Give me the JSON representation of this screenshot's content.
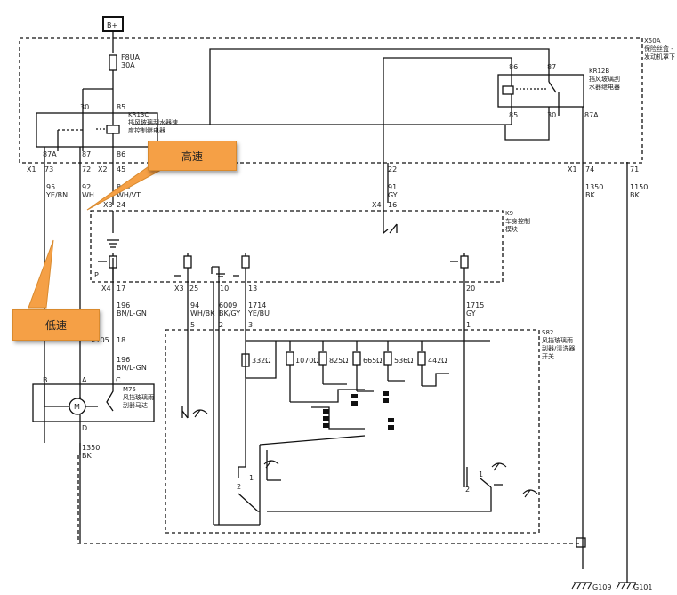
{
  "colors": {
    "line": "#111111",
    "callout": "#f5a046"
  },
  "power": {
    "label": "B+"
  },
  "fuse": {
    "name": "F8UA",
    "rating": "30A"
  },
  "zones": {
    "x50a_name": "X50A",
    "x50a_desc1": "保险丝盒 -",
    "x50a_desc2": "发动机罩下",
    "k9_name": "K9",
    "k9_desc1": "车身控制",
    "k9_desc2": "模块",
    "s82_name": "S82",
    "s82_desc1": "风挡玻璃雨",
    "s82_desc2": "刮器/清洗器",
    "s82_desc3": "开关"
  },
  "relays": {
    "k13c_name": "KR13C",
    "k13c_desc1": "挡风玻璃刮水器速",
    "k13c_desc2": "度控制继电器",
    "k12b_name": "KR12B",
    "k12b_desc1": "挡风玻璃刮",
    "k12b_desc2": "水器继电器"
  },
  "pins": {
    "r30": "30",
    "r85": "85",
    "r87a": "87A",
    "r87": "87",
    "r86": "86",
    "k86": "86",
    "k87": "87",
    "k85": "85",
    "k30": "30",
    "k87a": "87A"
  },
  "connectors": {
    "x1_a": "X1",
    "x2": "X2",
    "x1_b": "X1",
    "x3_top": "X3",
    "x4_top": "X4",
    "x4_mid": "X4",
    "x3_mid": "X3",
    "x105": "X105",
    "c73": "73",
    "c72": "72",
    "c45": "45",
    "c22": "22",
    "c74": "74",
    "c71": "71",
    "c24": "24",
    "c16": "16",
    "c17": "17",
    "c25": "25",
    "c10": "10",
    "c13": "13",
    "c20": "20",
    "c18": "18"
  },
  "wires": {
    "w95_num": "95",
    "w95_color": "YE/BN",
    "w92_num": "92",
    "w92_color": "WH",
    "w860_num": "860",
    "w860_color": "WH/VT",
    "w91_num": "91",
    "w91_color": "GY",
    "w1350a_num": "1350",
    "w1350a_color": "BK",
    "w1150_num": "1150",
    "w1150_color": "BK",
    "w196a_num": "196",
    "w196a_color": "BN/L-GN",
    "w196b_num": "196",
    "w196b_color": "BN/L-GN",
    "w94_num": "94",
    "w94_color": "WH/BK",
    "w6009_num": "6009",
    "w6009_color": "BK/GY",
    "w1714_num": "1714",
    "w1714_color": "YE/BU",
    "w1715_num": "1715",
    "w1715_color": "GY",
    "w1350b_num": "1350",
    "w1350b_color": "BK"
  },
  "switch_pins": {
    "p5": "5",
    "p2": "2",
    "p3": "3",
    "p1": "1",
    "s2a": "2",
    "s1a": "1",
    "s2b": "2",
    "s1b": "1"
  },
  "resistors": [
    "332Ω",
    "1070Ω",
    "825Ω",
    "665Ω",
    "536Ω",
    "442Ω"
  ],
  "motor": {
    "name": "M75",
    "desc1": "风挡玻璃雨",
    "desc2": "刮器马达",
    "pin_b": "B",
    "pin_a": "A",
    "pin_c": "C",
    "pin_d": "D",
    "symbol": "M"
  },
  "bcm_p": "P",
  "grounds": {
    "g109": "G109",
    "g101": "G101"
  },
  "callouts": {
    "high": "高速",
    "low": "低速"
  }
}
